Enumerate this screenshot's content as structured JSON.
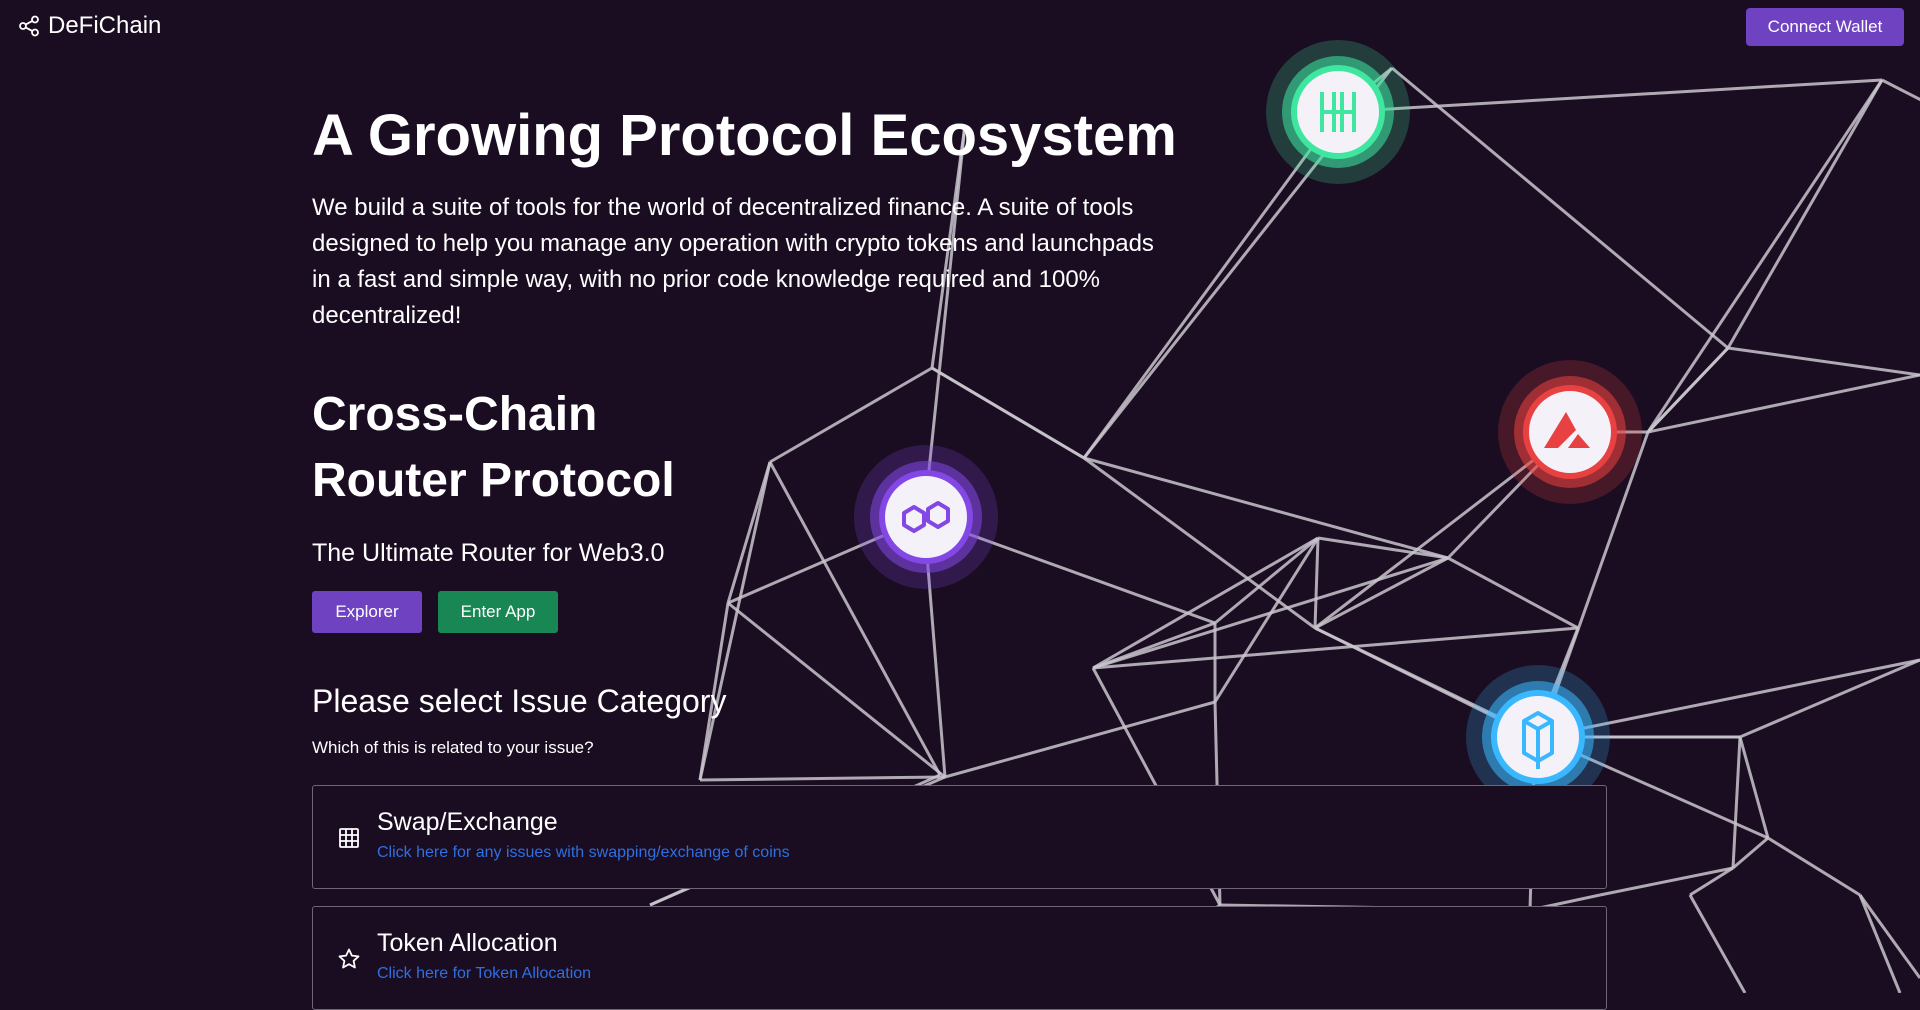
{
  "navbar": {
    "brand": "DeFiChain",
    "brand_icon": "share-nodes-icon",
    "connect_label": "Connect Wallet"
  },
  "hero": {
    "title": "A Growing Protocol Ecosystem",
    "description": "We build a suite of tools for the world of decentralized finance. A suite of tools designed to help you manage any operation with crypto tokens and launchpads in a fast and simple way, with no prior code knowledge required and 100% decentralized!",
    "heading": "Cross-Chain\nRouter Protocol",
    "subheading": "The Ultimate Router for Web3.0",
    "explorer_label": "Explorer",
    "enter_label": "Enter App"
  },
  "issues": {
    "title": "Please select Issue Category",
    "question": "Which of this is related to your issue?",
    "items": [
      {
        "icon": "grid-icon",
        "title": "Swap/Exchange",
        "link": "Click here for any issues with swapping/exchange of coins"
      },
      {
        "icon": "star-icon",
        "title": "Token Allocation",
        "link": "Click here for Token Allocation"
      }
    ]
  },
  "background": {
    "tokens": [
      {
        "name": "harmony-icon",
        "color": "#3ee6a0"
      },
      {
        "name": "avalanche-icon",
        "color": "#e84142"
      },
      {
        "name": "polygon-icon",
        "color": "#8247e5"
      },
      {
        "name": "fantom-icon",
        "color": "#3ab8ff"
      }
    ]
  },
  "colors": {
    "background": "#1a0d21",
    "accent": "#6f42c1",
    "success": "#198754",
    "link": "#2f6fe0"
  }
}
